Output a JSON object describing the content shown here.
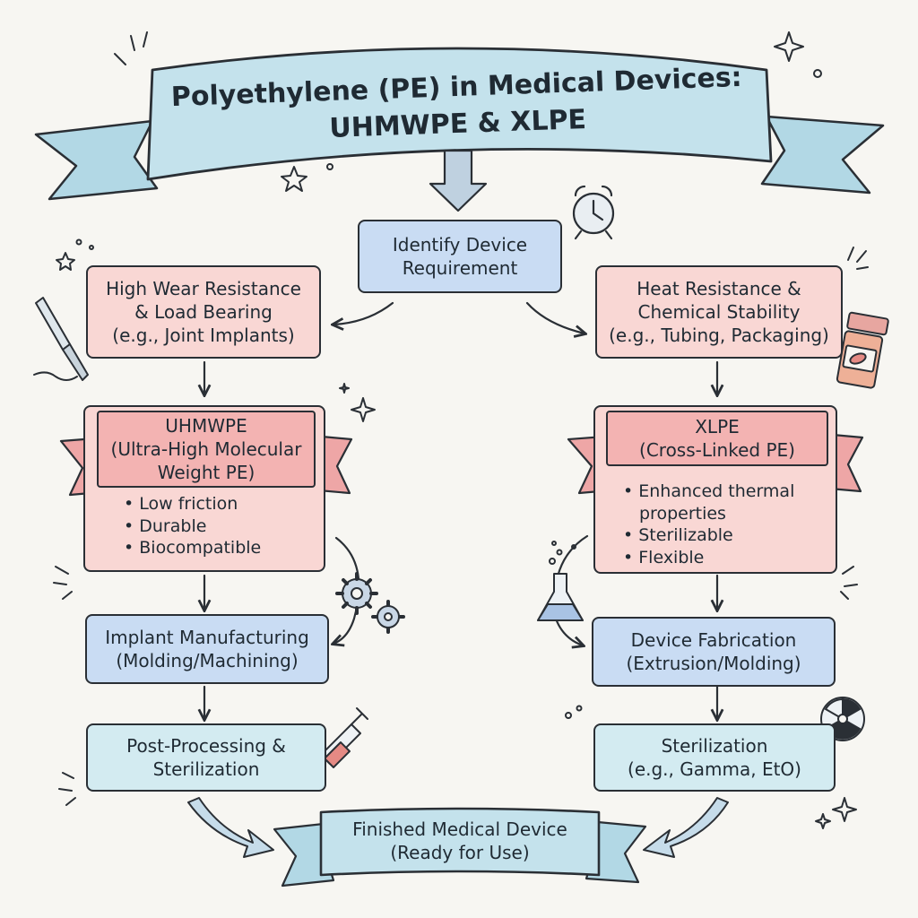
{
  "title": {
    "line1": "Polyethylene (PE) in Medical Devices:",
    "line2": "UHMWPE & XLPE"
  },
  "start": {
    "line1": "Identify Device",
    "line2": "Requirement"
  },
  "left": {
    "requirement": {
      "line1": "High Wear Resistance",
      "line2": "& Load Bearing",
      "line3": "(e.g., Joint Implants)"
    },
    "material": {
      "name": "UHMWPE",
      "full1": "(Ultra-High Molecular",
      "full2": "Weight PE)",
      "bullets": [
        "Low friction",
        "Durable",
        "Biocompatible"
      ]
    },
    "manufacturing": {
      "line1": "Implant Manufacturing",
      "line2": "(Molding/Machining)"
    },
    "post": {
      "line1": "Post-Processing &",
      "line2": "Sterilization"
    }
  },
  "right": {
    "requirement": {
      "line1": "Heat Resistance &",
      "line2": "Chemical Stability",
      "line3": "(e.g., Tubing, Packaging)"
    },
    "material": {
      "name": "XLPE",
      "full1": "(Cross-Linked PE)",
      "bullets": [
        "Enhanced thermal",
        "properties",
        "Sterilizable",
        "Flexible"
      ]
    },
    "fabrication": {
      "line1": "Device Fabrication",
      "line2": "(Extrusion/Molding)"
    },
    "sterilization": {
      "line1": "Sterilization",
      "line2": "(e.g., Gamma, EtO)"
    }
  },
  "finish": {
    "line1": "Finished Medical Device",
    "line2": "(Ready for Use)"
  },
  "icons": [
    "alarm-clock-icon",
    "scalpel-icon",
    "pill-bottle-icon",
    "gears-icon",
    "flask-icon",
    "syringe-icon",
    "radiation-icon",
    "sparkle-icon",
    "star-icon"
  ],
  "colors": {
    "blue_box": "#c9dcf3",
    "light_blue_box": "#d3ebf1",
    "pink_box": "#f9d7d4",
    "pink_banner": "#f3b3b2",
    "title_banner": "#c4e2ec",
    "outline": "#2a2f35"
  }
}
